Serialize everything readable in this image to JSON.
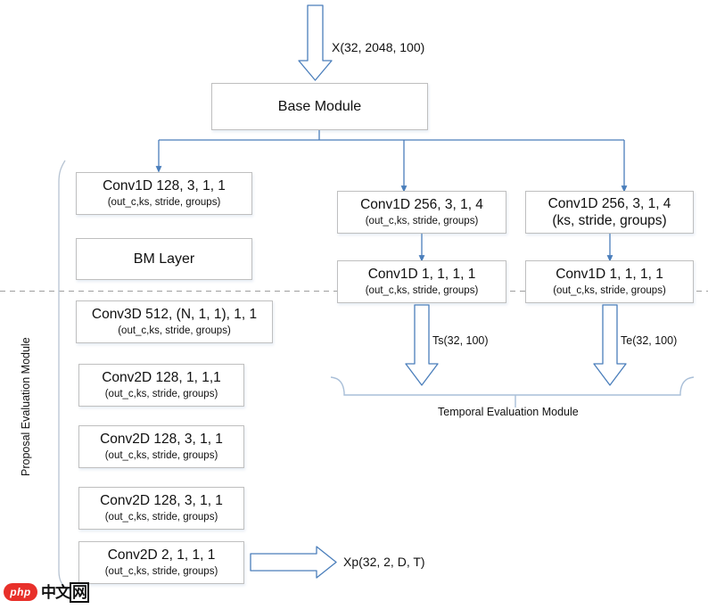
{
  "diagram": {
    "title": "BMN network architecture flow diagram",
    "accent_color": "#4a7ebb",
    "box_border_color": "#bfbfbf",
    "background": "#ffffff"
  },
  "nodes": {
    "base_module": {
      "line1": "Base Module",
      "line2": ""
    },
    "left_branch": [
      {
        "line1": "Conv1D 128, 3, 1, 1",
        "line2": "(out_c,ks, stride, groups)"
      },
      {
        "line1": "BM Layer",
        "line2": ""
      },
      {
        "line1": "Conv3D 512, (N, 1, 1), 1, 1",
        "line2": "(out_c,ks, stride, groups)"
      },
      {
        "line1": "Conv2D 128, 1, 1,1",
        "line2": "(out_c,ks, stride, groups)"
      },
      {
        "line1": "Conv2D 128, 3, 1, 1",
        "line2": "(out_c,ks, stride, groups)"
      },
      {
        "line1": "Conv2D 128, 3, 1, 1",
        "line2": "(out_c,ks, stride, groups)"
      },
      {
        "line1": "Conv2D 2, 1, 1, 1",
        "line2": "(out_c,ks, stride, groups)"
      }
    ],
    "middle_branch": [
      {
        "line1": "Conv1D 256, 3, 1, 4",
        "line2": "(out_c,ks, stride, groups)"
      },
      {
        "line1": "Conv1D 1, 1, 1, 1",
        "line2": "(out_c,ks, stride, groups)"
      }
    ],
    "right_branch": [
      {
        "line1": "Conv1D 256, 3, 1, 4",
        "line2": "(ks, stride, groups)"
      },
      {
        "line1": "Conv1D 1, 1, 1, 1",
        "line2": "(out_c,ks, stride, groups)"
      }
    ]
  },
  "labels": {
    "input_tensor": "X(32, 2048, 100)",
    "ts_tensor": "Ts(32, 100)",
    "te_tensor": "Te(32, 100)",
    "xp_tensor": "Xp(32, 2, D, T)",
    "temporal_evaluation_module": "Temporal Evaluation Module",
    "proposal_evaluation_module": "Proposal Evaluation Module"
  },
  "watermark": {
    "php": "php",
    "chinese": "中文",
    "chinese_boxed": "网"
  }
}
